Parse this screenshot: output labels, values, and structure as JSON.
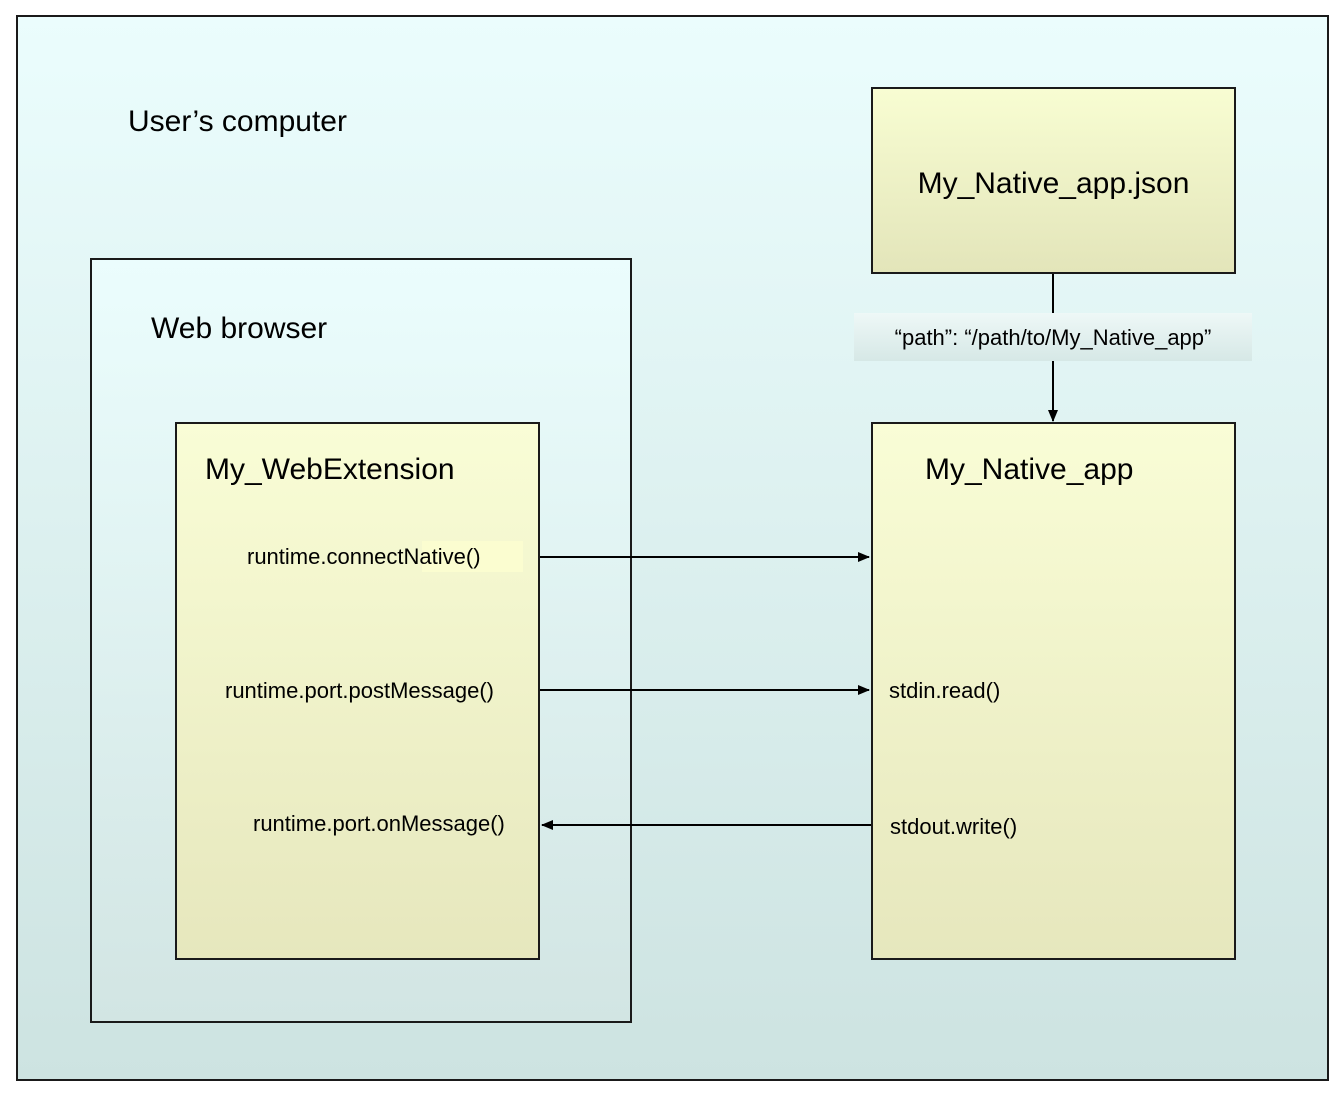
{
  "diagram": {
    "containers": {
      "computer": {
        "label": "User’s computer"
      },
      "browser": {
        "label": "Web browser"
      },
      "extension": {
        "label": "My_WebExtension",
        "methods": {
          "connect": "runtime.connectNative()",
          "post": "runtime.port.postMessage()",
          "onmessage": "runtime.port.onMessage()"
        }
      },
      "manifest": {
        "label": "My_Native_app.json"
      },
      "native": {
        "label": "My_Native_app",
        "methods": {
          "stdin": "stdin.read()",
          "stdout": "stdout.write()"
        }
      }
    },
    "edges": {
      "manifest_to_native": {
        "label": "“path”: “/path/to/My_Native_app”"
      }
    }
  },
  "colors": {
    "outer_gradient_top": "#ebfdfd",
    "outer_gradient_bottom": "#cde3e1",
    "box_gradient_top": "#f9fdd6",
    "box_gradient_bottom": "#e6e7bd",
    "stroke": "#1a1a1a"
  }
}
